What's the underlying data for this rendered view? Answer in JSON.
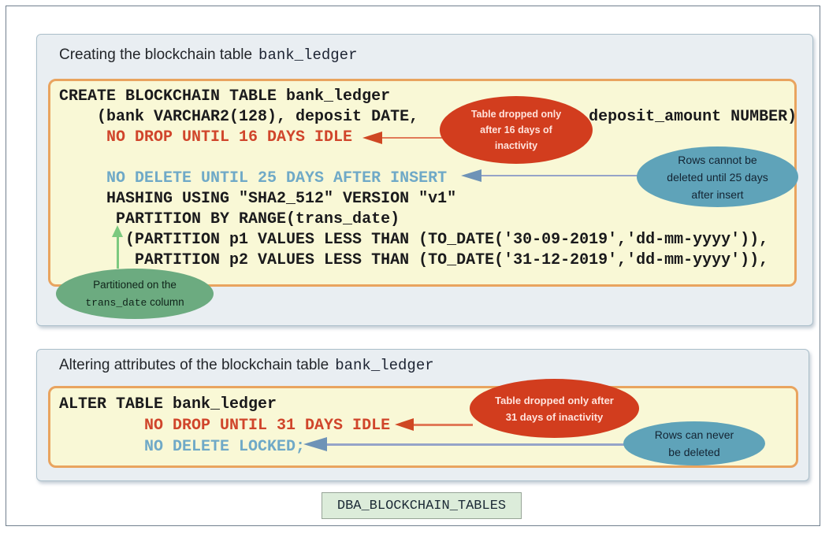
{
  "panel1": {
    "title": {
      "prefix": "Creating the blockchain table",
      "table_name": "bank_ledger"
    },
    "code_lines": [
      {
        "text": "CREATE BLOCKCHAIN TABLE bank_ledger",
        "style": "color:#1a1a1c"
      },
      {
        "text": "    (bank VARCHAR2(128), deposit DATE,                  deposit_amount NUMBER)",
        "style": "color:#1a1a1c"
      },
      {
        "text": "     NO DROP UNTIL 16 DAYS IDLE",
        "style": "color:#d0452b"
      },
      {
        "text": "",
        "style": "color:#1a1a1c"
      },
      {
        "text": "     NO DELETE UNTIL 25 DAYS AFTER INSERT",
        "style": "color:#6fa9c7"
      },
      {
        "text": "     HASHING USING \"SHA2_512\" VERSION \"v1\"",
        "style": "color:#1a1a1c"
      },
      {
        "text": "      PARTITION BY RANGE(trans_date)",
        "style": "color:#1a1a1c"
      },
      {
        "text": "       (PARTITION p1 VALUES LESS THAN (TO_DATE('30-09-2019','dd-mm-yyyy')),",
        "style": "color:#1a1a1c"
      },
      {
        "text": "        PARTITION p2 VALUES LESS THAN (TO_DATE('31-12-2019','dd-mm-yyyy')),",
        "style": "color:#1a1a1c"
      }
    ],
    "callouts": {
      "red": {
        "line1": "Table dropped only",
        "line2": "after 16 days of",
        "line3": "inactivity"
      },
      "blue": {
        "line1": "Rows cannot be",
        "line2": "deleted until 25 days",
        "line3": "after insert"
      },
      "green": {
        "line1": "Partitioned on the",
        "code": "trans_date",
        "suffix": " column"
      }
    }
  },
  "panel2": {
    "title": {
      "prefix": "Altering attributes of the blockchain table",
      "table_name": "bank_ledger"
    },
    "code_lines": [
      {
        "text": "ALTER TABLE bank_ledger",
        "style": "color:#1a1a1c"
      },
      {
        "text": "         NO DROP UNTIL 31 DAYS IDLE",
        "style": "color:#d0452b"
      },
      {
        "text": "         NO DELETE LOCKED;",
        "style": "color:#6fa9c7"
      }
    ],
    "callouts": {
      "red": {
        "line1": "Table dropped only after",
        "line2": "31 days of inactivity"
      },
      "blue": {
        "line1": "Rows can never",
        "line2": "be deleted"
      }
    }
  },
  "footer": {
    "view_name": "DBA_BLOCKCHAIN_TABLES"
  },
  "colors": {
    "panel_bg": "#e9eef2",
    "codebox_bg": "#f9f8d6",
    "codebox_border": "#e9a45f",
    "code_default": "#1a1a1c",
    "code_red": "#d0452b",
    "code_blue": "#6fa9c7",
    "oval_red": "#d23d1e",
    "oval_blue": "#5fa3b9",
    "oval_green": "#6cab80",
    "footer_bg": "#dcecda"
  }
}
